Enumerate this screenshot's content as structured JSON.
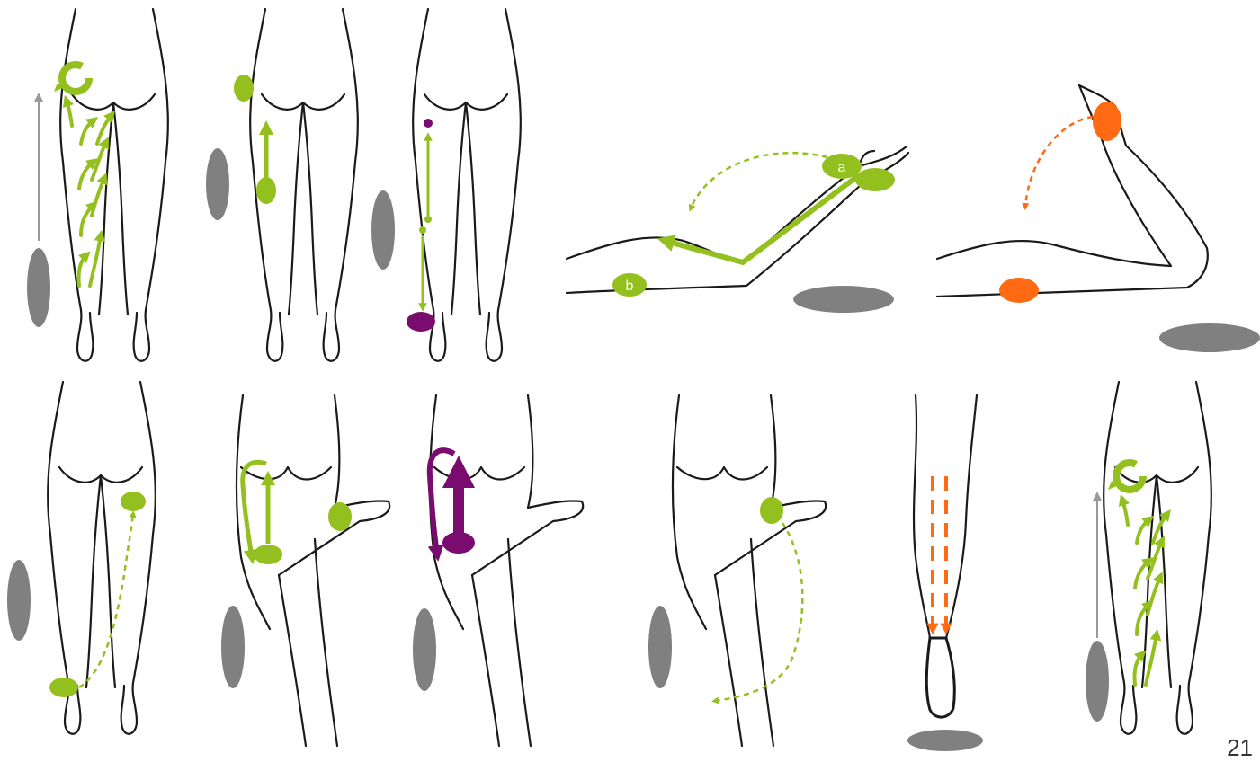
{
  "colors": {
    "green": "#93c01f",
    "orange": "#ff6a13",
    "purple": "#7a0b6f",
    "gray": "#808080",
    "gray_arrow": "#9a9a9a",
    "outline": "#1a1a1a"
  },
  "labels": {
    "point_a": "a",
    "point_b": "b"
  },
  "page_number": "21"
}
